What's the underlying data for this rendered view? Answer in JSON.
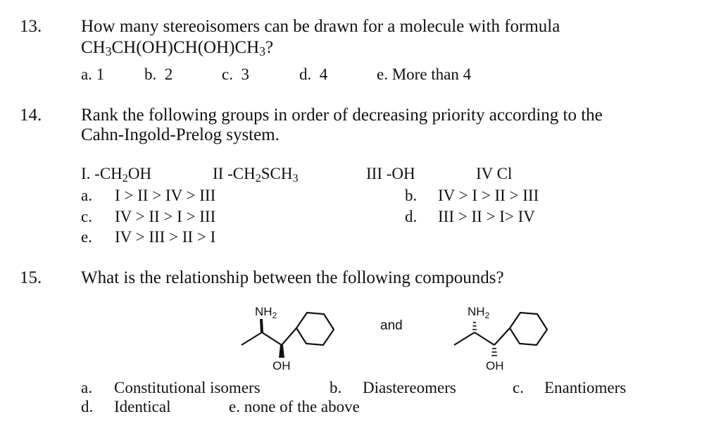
{
  "q13": {
    "number": "13.",
    "line1": "How many stereoisomers can be drawn for a molecule with formula",
    "formula": {
      "p1": "CH",
      "s1": "3",
      "p2": "CH(OH)CH(OH)CH",
      "s2": "3",
      "p3": "?"
    },
    "options": [
      {
        "letter": "a.",
        "text": "1"
      },
      {
        "letter": "b.",
        "text": "2"
      },
      {
        "letter": "c.",
        "text": "3"
      },
      {
        "letter": "d.",
        "text": "4"
      },
      {
        "letter": "e.",
        "text": "More than 4"
      }
    ]
  },
  "q14": {
    "number": "14.",
    "line1": "Rank the following groups in order of decreasing priority according to the",
    "line2": "Cahn-Ingold-Prelog system.",
    "groups": {
      "g1": {
        "p1": "I. -CH",
        "s1": "2",
        "p2": "OH"
      },
      "g2": {
        "p1": "II -CH",
        "s1": "2",
        "p2": "SCH",
        "s2": "3"
      },
      "g3": "III -OH",
      "g4": "IV Cl"
    },
    "options": [
      {
        "letter": "a.",
        "text": "I > II > IV > III"
      },
      {
        "letter": "b.",
        "text": "IV > I > II > III"
      },
      {
        "letter": "c.",
        "text": "IV > II > I > III"
      },
      {
        "letter": "d.",
        "text": "III > II > I> IV"
      },
      {
        "letter": "e.",
        "text": "IV > III > II > I"
      }
    ]
  },
  "q15": {
    "number": "15.",
    "question": "What is the relationship between the following compounds?",
    "structure_labels": {
      "nh2": "NH2",
      "oh": "OH",
      "and": "and"
    },
    "options": [
      {
        "letter": "a.",
        "text": "Constitutional isomers"
      },
      {
        "letter": "b.",
        "text": "Diastereomers"
      },
      {
        "letter": "c.",
        "text": "Enantiomers"
      },
      {
        "letter": "d.",
        "text": "Identical"
      },
      {
        "letter": "e.",
        "text": "none of the above"
      }
    ]
  }
}
